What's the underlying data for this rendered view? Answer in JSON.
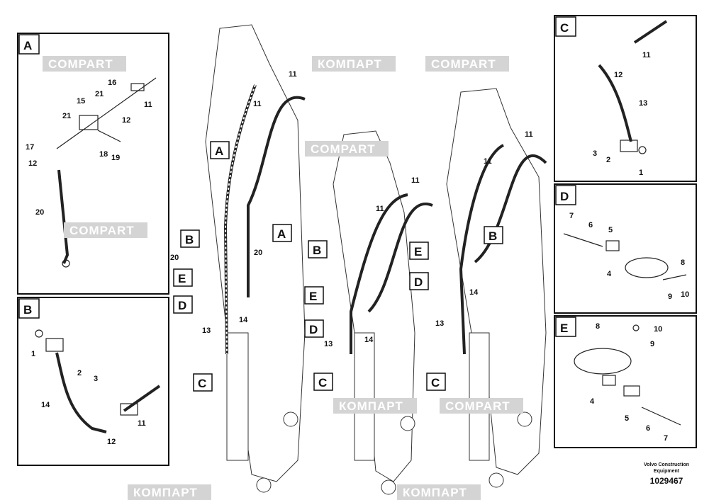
{
  "watermark": {
    "latin": "COMPART",
    "cyrillic": "КОМПАРТ",
    "color": "#d4d4d4"
  },
  "main_view": {
    "detail_markers": {
      "A": [
        "A",
        "A"
      ],
      "B": [
        "B",
        "B",
        "B"
      ],
      "C": [
        "C",
        "C",
        "C"
      ],
      "D": [
        "D",
        "D",
        "D"
      ],
      "E": [
        "E",
        "E",
        "E"
      ]
    },
    "callouts": [
      "11",
      "11",
      "11",
      "11",
      "11",
      "11",
      "20",
      "20",
      "14",
      "14",
      "14",
      "13",
      "13",
      "13"
    ]
  },
  "panels": {
    "A": {
      "title": "A",
      "callouts": [
        "16",
        "21",
        "15",
        "11",
        "12",
        "21",
        "17",
        "18",
        "19",
        "12",
        "20"
      ]
    },
    "B": {
      "title": "B",
      "callouts": [
        "1",
        "2",
        "3",
        "14",
        "11",
        "12"
      ]
    },
    "C": {
      "title": "C",
      "callouts": [
        "11",
        "12",
        "13",
        "3",
        "2",
        "1"
      ]
    },
    "D": {
      "title": "D",
      "callouts": [
        "7",
        "6",
        "5",
        "8",
        "4",
        "9",
        "10"
      ]
    },
    "E": {
      "title": "E",
      "callouts": [
        "8",
        "10",
        "9",
        "4",
        "5",
        "6",
        "7"
      ]
    }
  },
  "footer": {
    "company": "Volvo Construction",
    "company_line2": "Equipment",
    "drawing_number": "1029467"
  }
}
